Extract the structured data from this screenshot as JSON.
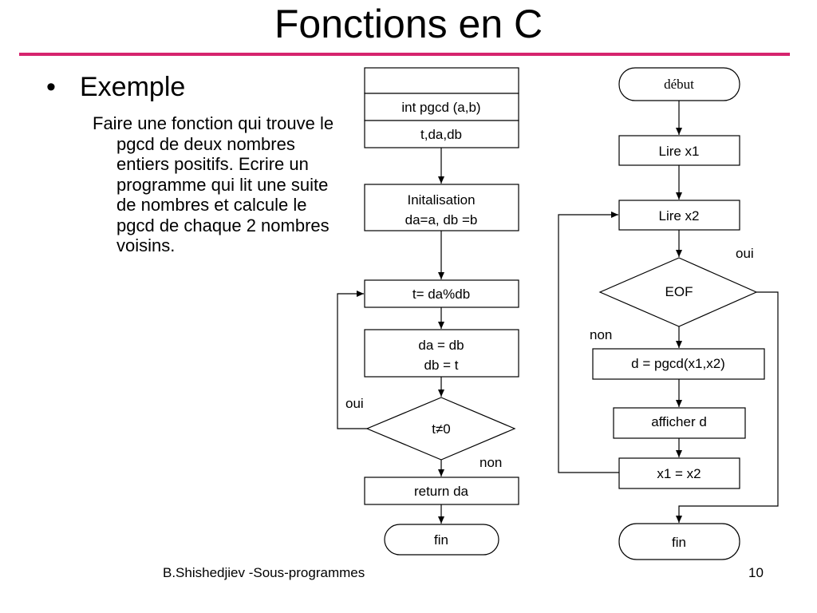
{
  "slide": {
    "title": "Fonctions en C",
    "bullet": "Exemple",
    "body": "Faire une fonction qui trouve le pgcd de deux nombres entiers positifs. Ecrire un programme qui lit une suite de nombres et calcule le pgcd de chaque 2 nombres voisins.",
    "footer": "B.Shishedjiev -Sous-programmes",
    "page_number": "10",
    "accent_color": "#d6246e"
  },
  "flow_function": {
    "header_top": "",
    "signature": "int pgcd (a,b)",
    "locals": "t,da,db",
    "init_line1": "Initalisation",
    "init_line2": "da=a, db =b",
    "mod_step": "t= da%db",
    "swap_line1": "da = db",
    "swap_line2": "db = t",
    "condition": "t≠0",
    "yes_label": "oui",
    "no_label": "non",
    "return_step": "return da",
    "end_label": "fin"
  },
  "flow_main": {
    "start_label": "début",
    "read_x1": "Lire x1",
    "read_x2": "Lire x2",
    "eof_condition": "EOF",
    "yes_label": "oui",
    "no_label": "non",
    "compute": "d = pgcd(x1,x2)",
    "print": "afficher d",
    "assign": "x1 = x2",
    "end_label": "fin"
  }
}
